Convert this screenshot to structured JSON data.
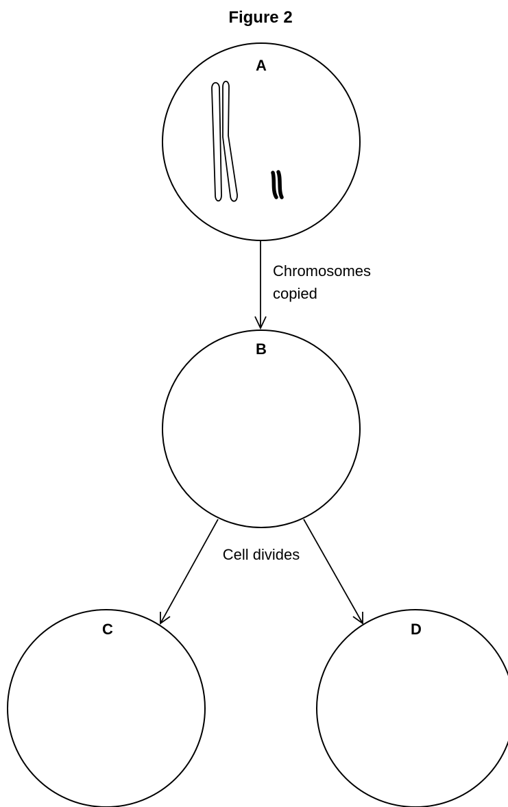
{
  "figure": {
    "title": "Figure 2",
    "cells": {
      "a": "A",
      "b": "B",
      "c": "C",
      "d": "D"
    },
    "annotations": {
      "copy_line1": "Chromosomes",
      "copy_line2": "copied",
      "divide": "Cell divides"
    }
  },
  "colors": {
    "stroke": "#000000",
    "background": "#ffffff"
  }
}
